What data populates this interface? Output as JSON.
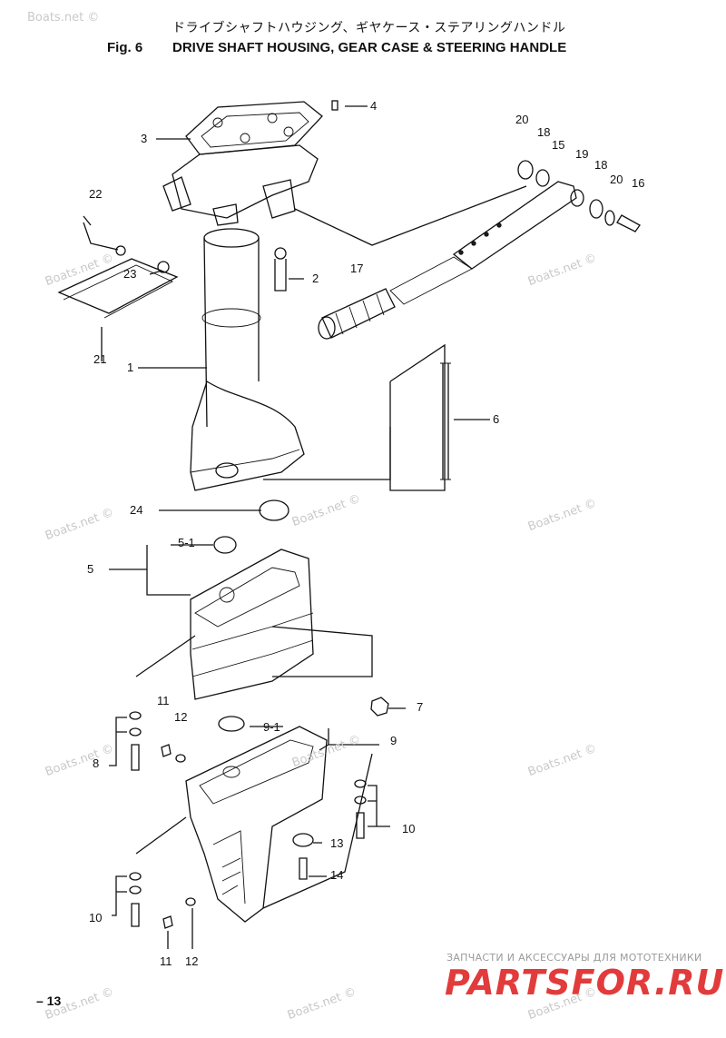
{
  "header": {
    "jp_title": "ドライブシャフトハウジング、ギヤケース・ステアリングハンドル",
    "fig_no": "Fig. 6",
    "title": "DRIVE SHAFT HOUSING, GEAR CASE & STEERING HANDLE"
  },
  "callouts": [
    "4",
    "3",
    "20",
    "18",
    "15",
    "19",
    "18",
    "20",
    "16",
    "22",
    "2",
    "17",
    "23",
    "21",
    "1",
    "6",
    "24",
    "5-1",
    "5",
    "7",
    "11",
    "12",
    "9-1",
    "9",
    "8",
    "10",
    "13",
    "14",
    "10",
    "11",
    "12"
  ],
  "watermark": "Boats.net ©",
  "footer": {
    "page_no": "– 13",
    "shop_subtitle": "ЗАПЧАСТИ И АКСЕССУАРЫ ДЛЯ МОТОТЕХНИКИ",
    "shop_logo": "PARTSFOR.RU"
  }
}
